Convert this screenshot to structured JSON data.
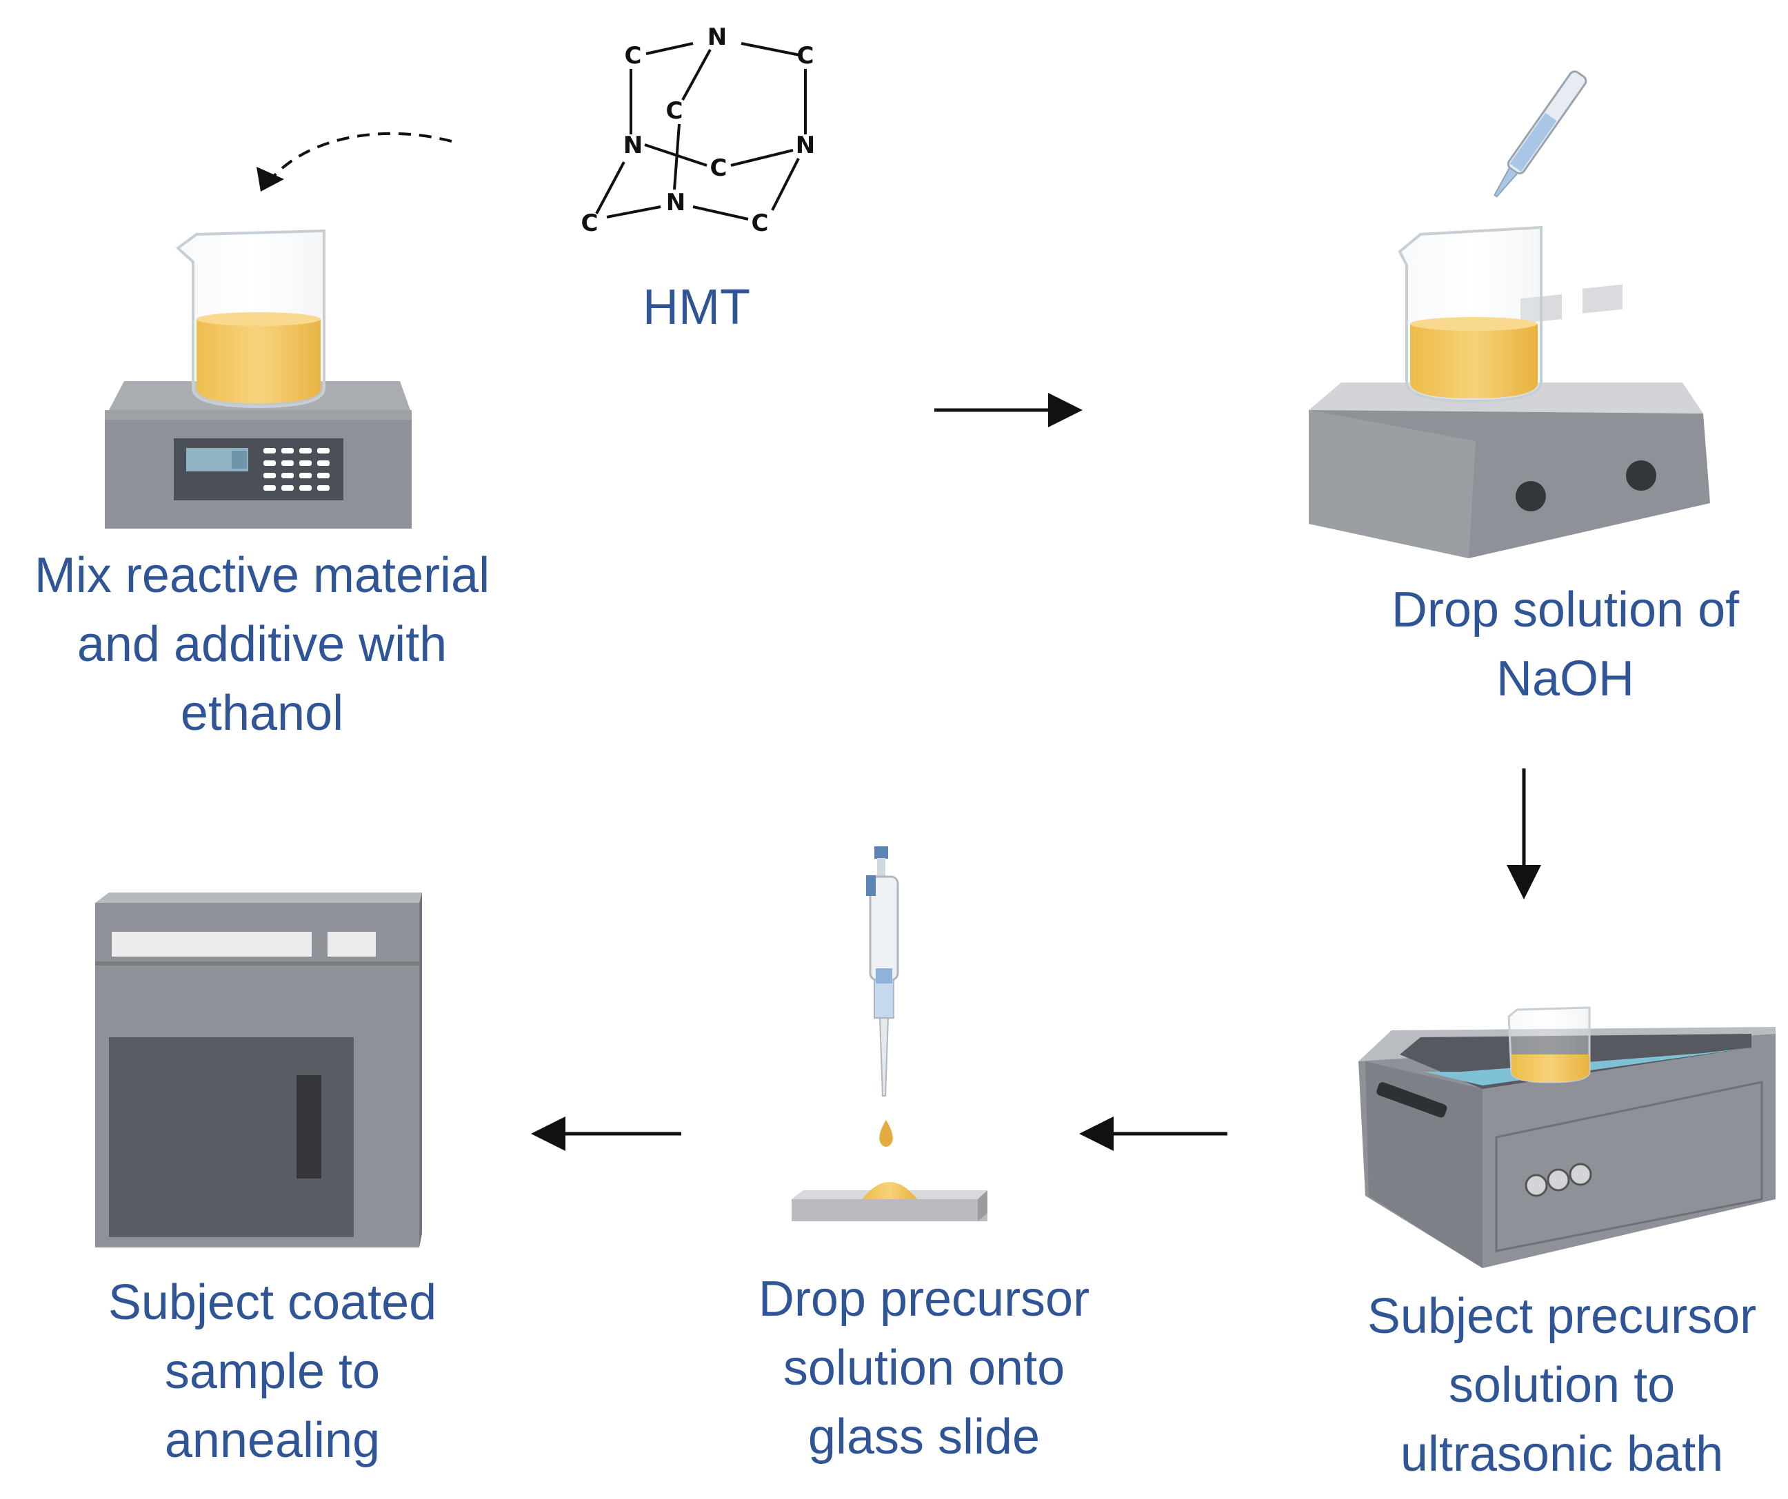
{
  "hmt": {
    "label": "HMT",
    "atoms": [
      "N",
      "C",
      "C",
      "C",
      "N",
      "N",
      "C",
      "C",
      "C",
      "N"
    ]
  },
  "steps": [
    {
      "id": "mix",
      "lines": [
        "Mix reactive material",
        "and additive with",
        "ethanol"
      ]
    },
    {
      "id": "naoh",
      "lines": [
        "Drop solution of",
        "NaOH"
      ]
    },
    {
      "id": "ultrasonic",
      "lines": [
        "Subject precursor",
        "solution to",
        "ultrasonic bath"
      ]
    },
    {
      "id": "glass",
      "lines": [
        "Drop precursor",
        "solution onto",
        "glass slide"
      ]
    },
    {
      "id": "anneal",
      "lines": [
        "Subject coated",
        "sample to",
        "annealing"
      ]
    }
  ],
  "colors": {
    "text": "#2f5597",
    "solution": "#f2c14e",
    "device": "#8c8f96",
    "water": "#7fc2d6"
  }
}
